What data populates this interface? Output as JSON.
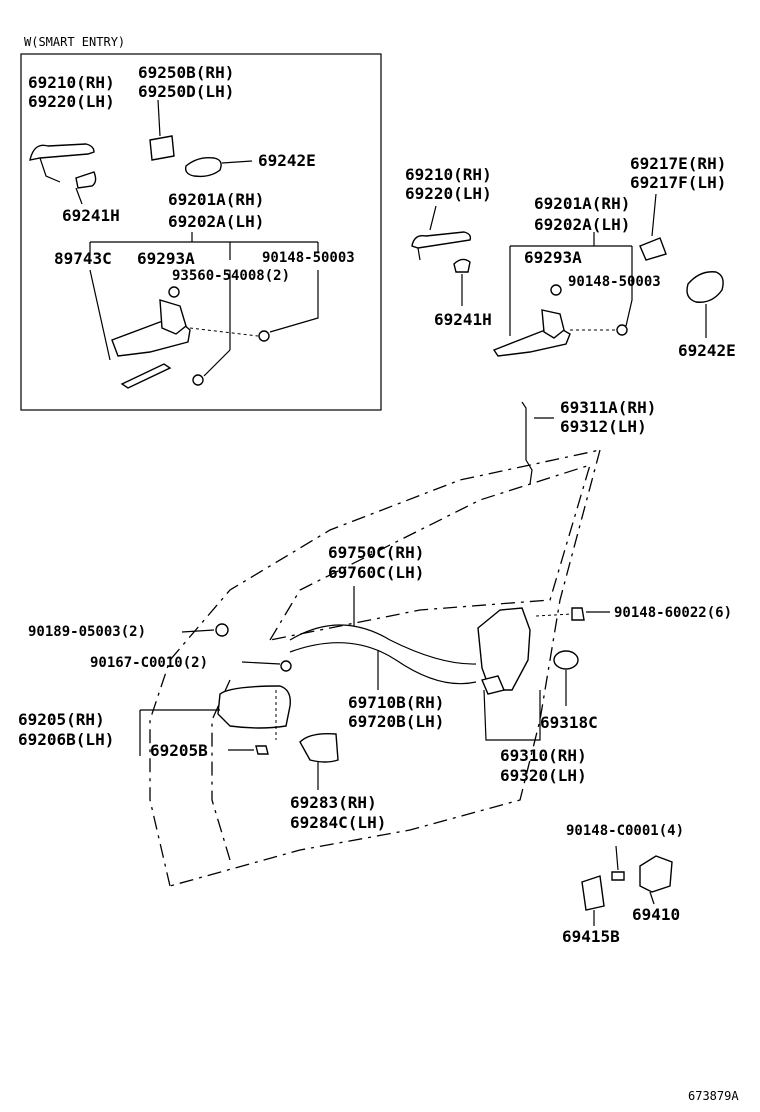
{
  "inset": {
    "title": "W(SMART ENTRY)",
    "labels": {
      "p69210_rh": "69210(RH)",
      "p69220_lh": "69220(LH)",
      "p69250b_rh": "69250B(RH)",
      "p69250d_lh": "69250D(LH)",
      "p69242e": "69242E",
      "p69241h": "69241H",
      "p69201a_rh": "69201A(RH)",
      "p69202a_lh": "69202A(LH)",
      "p89743c": "89743C",
      "p69293a": "69293A",
      "p90148_50003": "90148-50003",
      "p93560": "93560-54008(2)"
    }
  },
  "main": {
    "labels": {
      "p69210_rh": "69210(RH)",
      "p69220_lh": "69220(LH)",
      "p69201a_rh": "69201A(RH)",
      "p69202a_lh": "69202A(LH)",
      "p69217e_rh": "69217E(RH)",
      "p69217f_lh": "69217F(LH)",
      "p69293a": "69293A",
      "p90148_50003": "90148-50003",
      "p69241h": "69241H",
      "p69242e": "69242E",
      "p69311a_rh": "69311A(RH)",
      "p69312_lh": "69312(LH)",
      "p69750c_rh": "69750C(RH)",
      "p69760c_lh": "69760C(LH)",
      "p90148_60022": "90148-60022(6)",
      "p90189": "90189-05003(2)",
      "p90167": "90167-C0010(2)",
      "p69205_rh": "69205(RH)",
      "p69206b_lh": "69206B(LH)",
      "p69205b": "69205B",
      "p69710b_rh": "69710B(RH)",
      "p69720b_lh": "69720B(LH)",
      "p69318c": "69318C",
      "p69310_rh": "69310(RH)",
      "p69320_lh": "69320(LH)",
      "p69283_rh": "69283(RH)",
      "p69284c_lh": "69284C(LH)",
      "p90148_c0001": "90148-C0001(4)",
      "p69410": "69410",
      "p69415b": "69415B"
    }
  },
  "footer": {
    "diagram_id": "673879A"
  }
}
